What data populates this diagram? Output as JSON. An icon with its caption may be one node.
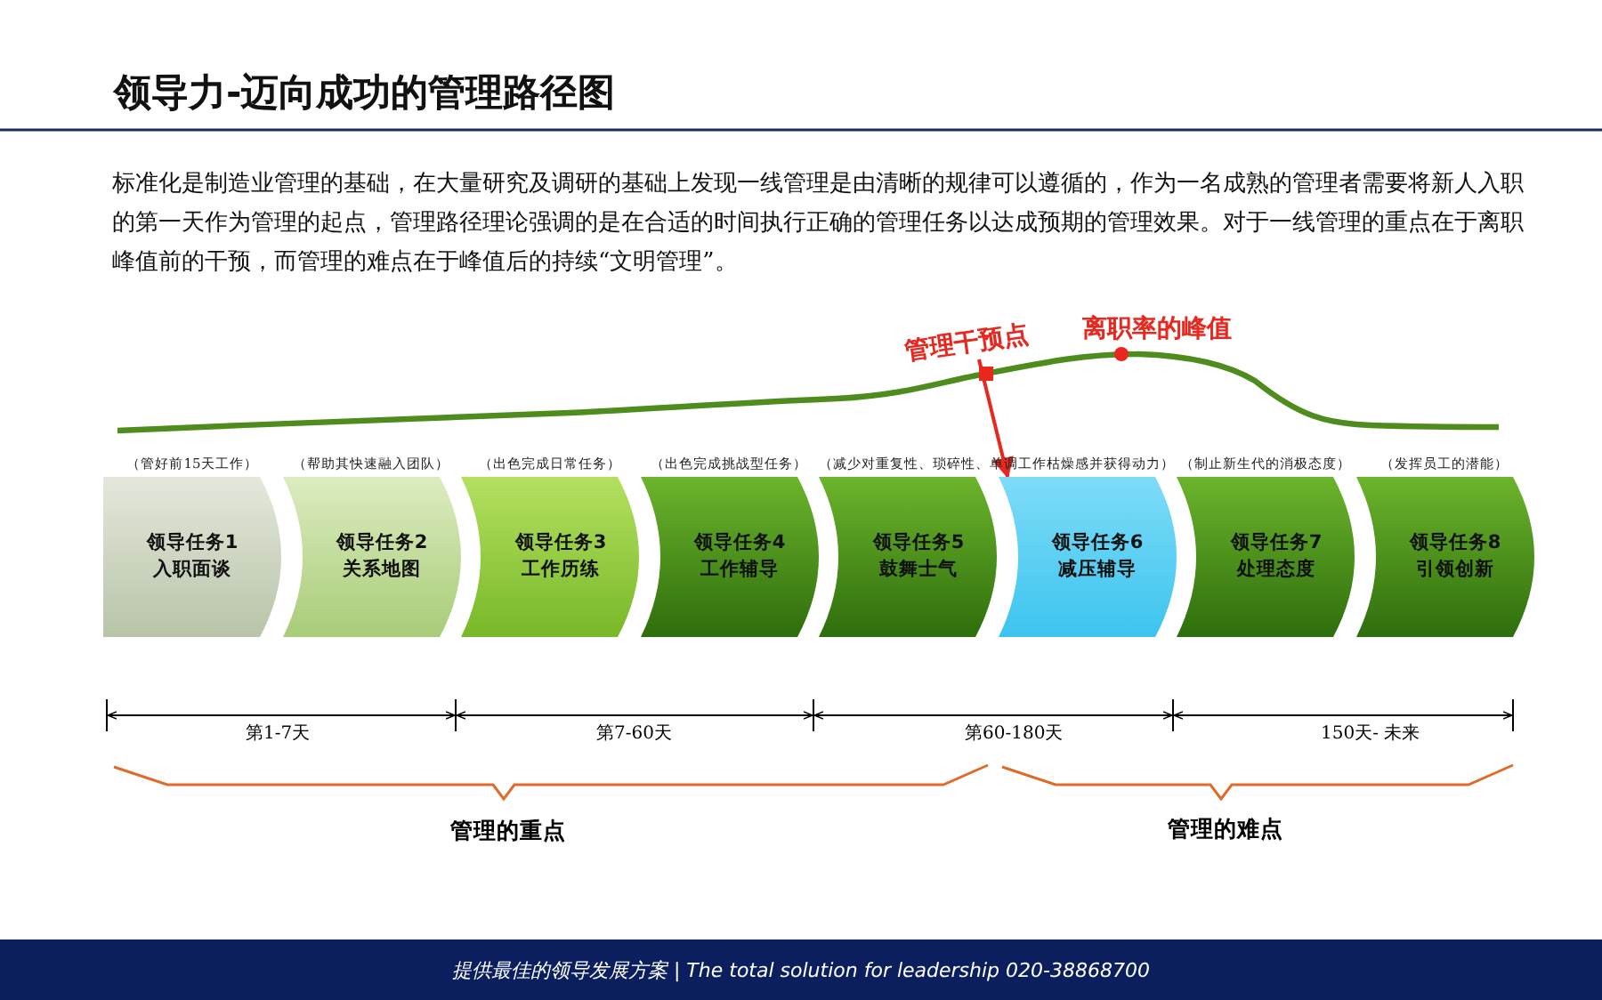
{
  "diagram": {
    "title": "领导力-迈向成功的管理路径图",
    "nodes": [
      {
        "text": [
          "领导任务1",
          "入职面谈"
        ],
        "beside": [
          "（管好前15天工作）"
        ]
      },
      {
        "text": [
          "领导任务2",
          "关系地图"
        ],
        "beside": [
          "（帮助其快速融入团队）"
        ]
      },
      {
        "text": [
          "领导任务3",
          "工作历练"
        ],
        "beside": [
          "（出色完成日常任务）"
        ]
      },
      {
        "text": [
          "领导任务4",
          "工作辅导"
        ],
        "beside": [
          "（出色完成挑战型任务）"
        ]
      },
      {
        "text": [
          "领导任务5",
          "鼓舞士气"
        ],
        "beside": [
          "（减少对重复性、琐碎性、单调工作枯燥感并获得动力）"
        ]
      },
      {
        "text": [
          "领导任务6",
          "减压辅导"
        ]
      },
      {
        "text": [
          "领导任务7",
          "处理态度"
        ],
        "beside": [
          "（制止新生代的消极态度）"
        ]
      },
      {
        "text": [
          "领导任务8",
          "引领创新"
        ],
        "beside": [
          "（发挥员工的潜能）"
        ]
      },
      {
        "text": [
          "管理干预点"
        ]
      }
    ],
    "edges": [
      {
        "from": 8,
        "to": 5,
        "arrow": "to",
        "color": "#e8281e"
      }
    ],
    "labels": [
      "标准化是制造业管理的基础，在大量研究及调研的基础上发现一线管理是由清晰的规律可以遵循的，作为一名成熟的管理者需要将新人入职的第一天作为管理的起点，管理路径理论强调的是在合适的时间执行正确的管理任务以达成预期的管理效果。对于一线管理的重点在于离职峰值前的干预，而管理的难点在于峰值后的持续“文明管理”。",
      "离职率的峰值",
      "第1-7天",
      "第7-60天",
      "第60-180天",
      "150天- 未来",
      "管理的重点",
      "管理的难点",
      "提供最佳的领导发展方案 | The total solution for leadership  020-38868700"
    ]
  }
}
